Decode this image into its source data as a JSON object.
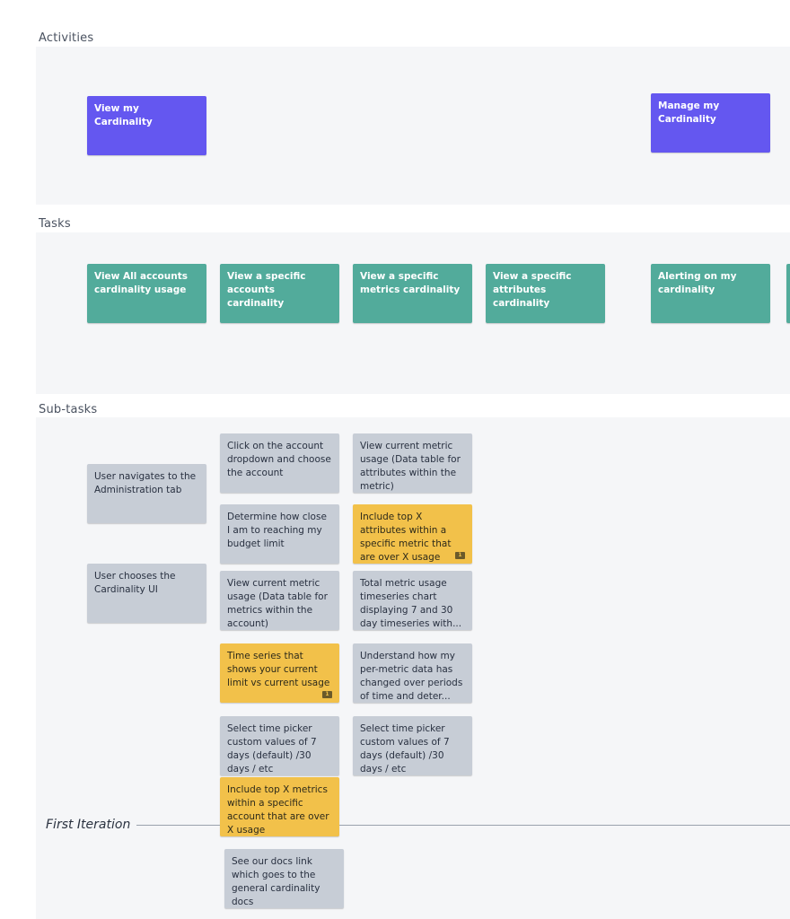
{
  "sections": {
    "activities": "Activities",
    "tasks": "Tasks",
    "subtasks": "Sub-tasks"
  },
  "activities": [
    "View my Cardinality",
    "Manage my Cardinality"
  ],
  "tasks": [
    "View All accounts cardinality usage",
    "View a specific accounts cardinality",
    "View a specific metrics cardinality",
    "View a specific attributes cardinality",
    "Alerting on my cardinality"
  ],
  "subtasks": {
    "col1": [
      "User navigates to the Administration tab",
      "User chooses the Cardinality UI"
    ],
    "col2": [
      "Click on the account dropdown and choose the account",
      "Determine how close I am to reaching my budget limit",
      "View current metric usage (Data table for metrics within the account)",
      "Time series that shows your current limit vs current usage",
      "Select time picker custom values of 7 days (default) /30 days / etc",
      "Include top X metrics within a specific account that are over X usage",
      "See our docs link which goes to the general cardinality docs"
    ],
    "col3": [
      "View current metric usage (Data table for attributes within the metric)",
      "Include top X attributes within a specific metric that are over X usage",
      "Total metric usage timeseries chart displaying 7 and 30 day timeseries with...",
      "Understand how my per-metric data has changed over periods of time and deter...",
      "Select time picker custom values of 7 days (default) /30 days / etc"
    ]
  },
  "colors": {
    "activity": "#6457f0",
    "task": "#52ab9b",
    "subtask": "#c7cdd6",
    "highlight": "#f2c14a"
  },
  "icons": {
    "comment": "comment-icon"
  },
  "iteration": {
    "label": "First Iteration"
  }
}
